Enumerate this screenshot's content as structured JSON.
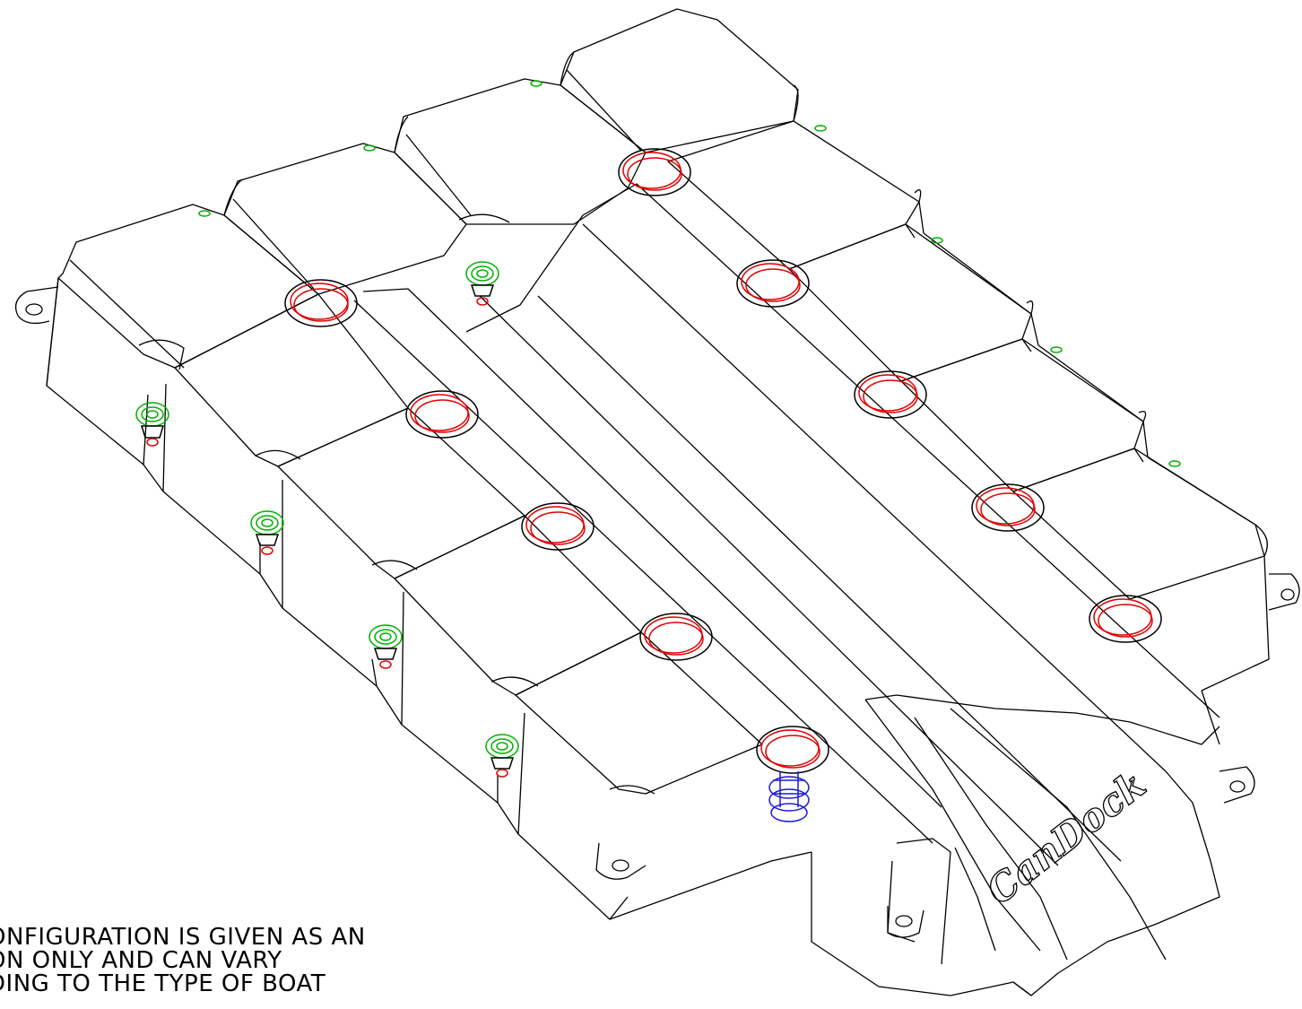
{
  "drawing": {
    "brand_logo": "CanDock",
    "note_lines": [
      "ONFIGURATION IS GIVEN AS AN",
      "ON ONLY AND CAN VARY",
      "DING TO THE TYPE OF BOAT"
    ],
    "colors": {
      "outline": "#000000",
      "connector_pin": "#e00000",
      "side_bolt": "#00b000",
      "screw_assembly": "#1a1ad6"
    },
    "icons": {
      "connector_pin": "red-connector-pin-icon",
      "side_bolt": "green-bolt-icon",
      "screw": "blue-screw-icon",
      "mooring_lug": "mooring-lug-icon"
    }
  }
}
